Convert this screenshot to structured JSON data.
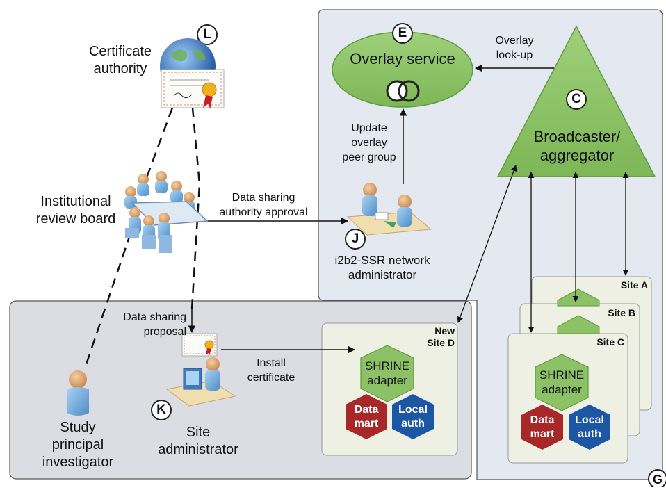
{
  "nodes": {
    "certificate_authority": {
      "marker": "L",
      "label": "Certificate\nauthority"
    },
    "irb": {
      "label": "Institutional\nreview board"
    },
    "overlay_service": {
      "marker": "E",
      "label": "Overlay service"
    },
    "broadcaster": {
      "marker": "C",
      "label": "Broadcaster/\naggregator"
    },
    "network_admin": {
      "marker": "J",
      "label": "i2b2-SSR network\nadministrator"
    },
    "site_admin": {
      "marker": "K",
      "label": "Site\nadministrator"
    },
    "study_pi": {
      "label": "Study\nprincipal\ninvestigator"
    },
    "new_site_d": {
      "label": "New\nSite D"
    },
    "site_a": {
      "label": "Site A"
    },
    "site_b": {
      "label": "Site B"
    },
    "site_c": {
      "label": "Site C"
    },
    "region_g": {
      "marker": "G"
    }
  },
  "hexagons": {
    "shrine": "SHRINE\nadapter",
    "data_mart": "Data\nmart",
    "local_auth": "Local\nauth"
  },
  "edges": {
    "overlay_lookup": "Overlay\nlook-up",
    "update_overlay": "Update\noverlay\npeer group",
    "authority_approval": "Data sharing\nauthority approval",
    "sharing_proposal": "Data sharing\nproposal",
    "install_certificate": "Install\ncertificate"
  },
  "colors": {
    "region_fill": "#e4e8f0",
    "region_fill_bottom": "#dcdde2",
    "green": "#8cc265",
    "green_dark": "#5f9a3e",
    "site_fill": "#eef0e4",
    "data_mart": "#a8282a",
    "local_auth": "#1e56a6"
  }
}
